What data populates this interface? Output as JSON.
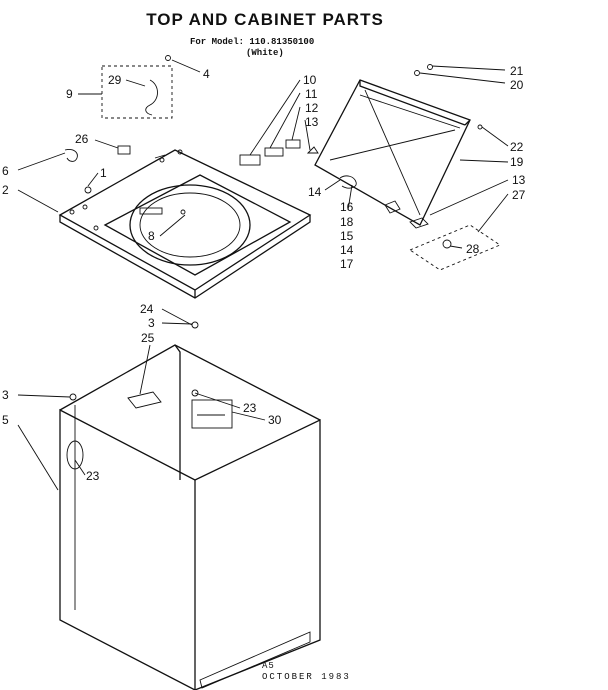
{
  "header": {
    "title": "TOP AND CABINET PARTS",
    "model_line": "For Model: 110.81350100",
    "color_note": "(White)"
  },
  "footer": {
    "code": "A5",
    "date": "OCTOBER 1983"
  },
  "callouts": {
    "c21": "21",
    "c20": "20",
    "c4": "4",
    "c29": "29",
    "c9": "9",
    "c10": "10",
    "c11": "11",
    "c12": "12",
    "c13a": "13",
    "c26": "26",
    "c6": "6",
    "c1": "1",
    "c2": "2",
    "c8": "8",
    "c22": "22",
    "c19": "19",
    "c13b": "13",
    "c27": "27",
    "c14a": "14",
    "c16": "16",
    "c18": "18",
    "c15": "15",
    "c14b": "14",
    "c17": "17",
    "c28": "28",
    "c24": "24",
    "c3a": "3",
    "c25": "25",
    "c23a": "23",
    "c30": "30",
    "c3b": "3",
    "c5": "5",
    "c23b": "23"
  }
}
